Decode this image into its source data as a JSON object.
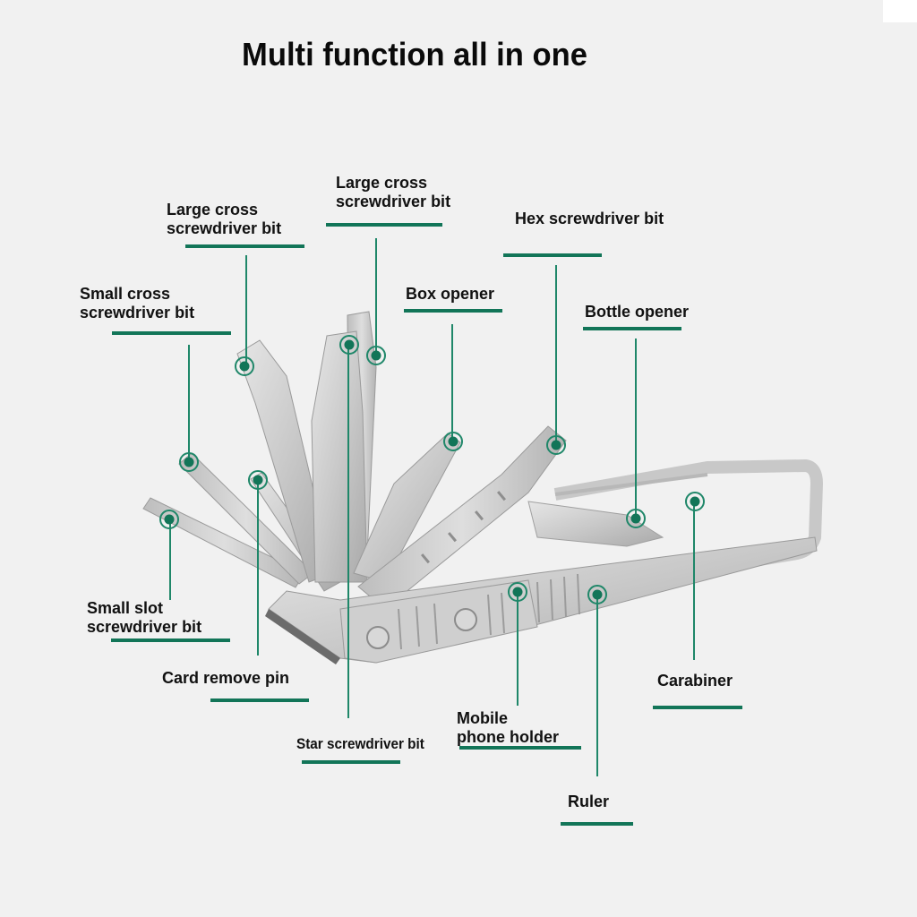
{
  "title": "Multi function all in one",
  "accent_color": "#127558",
  "labels": {
    "large_cross_left": "Large cross\nscrewdriver bit",
    "large_cross_right": "Large cross\nscrewdriver bit",
    "hex": "Hex screwdriver bit",
    "small_cross": "Small cross\nscrewdriver bit",
    "box_opener": "Box opener",
    "bottle_opener": "Bottle opener",
    "small_slot": "Small slot\nscrewdriver bit",
    "card_pin": "Card remove pin",
    "star": "Star screwdriver bit",
    "phone_holder": "Mobile\nphone holder",
    "carabiner": "Carabiner",
    "ruler": "Ruler"
  }
}
